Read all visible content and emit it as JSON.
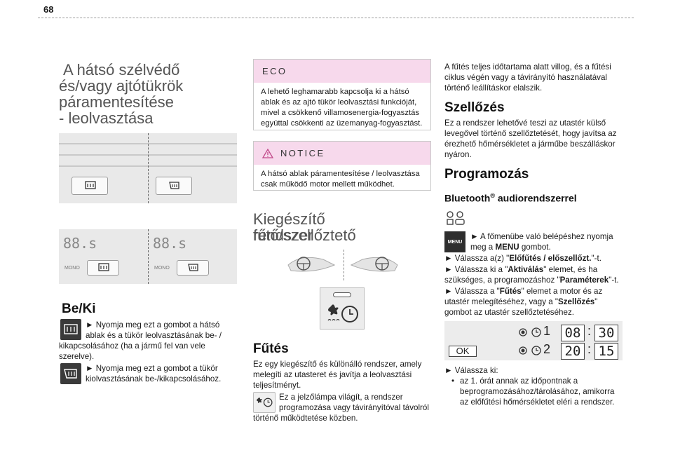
{
  "page": {
    "number": "68"
  },
  "col1": {
    "title_lines": [
      "A hátsó szélvédő",
      "és/vagy ajtótükrök",
      "páramentesítése",
      "- leolvasztása"
    ],
    "panel_top": {
      "label_left": "",
      "label_right": ""
    },
    "panel_bottom": {
      "display_left": "88.s",
      "display_right": "88.s",
      "mono_left": "MONO",
      "mono_right": "MONO"
    },
    "onoff_heading": "Be/Ki",
    "onoff_p1": "► Nyomja meg ezt a gombot a hátsó ablak és a tükör leolvasztásának be- / kikapcsolásához (ha a jármű fel van vele szerelve).",
    "onoff_p1_lines": [
      "► Nyomja meg ezt a gombot a hátsó",
      "ablak és a tükör leolvasztásának be- /",
      "kikapcsolásához (ha a jármű fel van vele",
      "szerelve)."
    ],
    "onoff_p2_lines": [
      "► Nyomja meg ezt a gombot a tükör",
      "kiolvasztásának be-/kikapcsolásához."
    ]
  },
  "col2": {
    "eco": {
      "title": "ECO",
      "lines": [
        "A lehető leghamarabb kapcsolja ki a hátsó",
        "ablak és az ajtó tükör leolvasztási funkcióját,",
        "mivel a csökkenő villamosenergia-fogyasztás",
        "egyúttal csökkenti az üzemanyag-fogyasztást."
      ]
    },
    "notice": {
      "title": "NOTICE",
      "lines": [
        "A hátsó ablak páramentesítése / leolvasztása",
        "csak működő motor mellett működhet."
      ]
    },
    "aux_title_lines": [
      "Kiegészítő fűtő/szellőztető",
      "rendszer"
    ],
    "heating_heading": "Fűtés",
    "heating_p1_lines": [
      "Ez egy kiegészítő és különálló rendszer, amely",
      "melegíti az utasteret és javítja a leolvasztási",
      "teljesítményt."
    ],
    "heating_p2_lines": [
      "Ez a jelzőlámpa világít, a rendszer",
      "programozása vagy távirányítóval távolról"
    ],
    "heating_p2_last": "történő működtetése közben."
  },
  "col3": {
    "intro_lines": [
      "A fűtés teljes időtartama alatt villog, és a fűtési",
      "ciklus végén vagy a távirányító használatával",
      "történő leállításkor elalszik."
    ],
    "vent_heading": "Szellőzés",
    "vent_lines": [
      "Ez a rendszer lehetővé teszi az utastér külső",
      "levegővel történő szellőztetését, hogy javítsa az",
      "érezhető hőmérsékletet a járműbe beszálláskor",
      "nyáron."
    ],
    "prog_heading": "Programozás",
    "bt_heading": "Bluetooth",
    "bt_sup": "®",
    "bt_heading_rest": " audiorendszerrel",
    "menu_key": "MENU",
    "step1_line1": "► A főmenübe való belépéshez nyomja",
    "step1_line2_pre": "meg a ",
    "step1_line2_bold": "MENU",
    "step1_line2_post": " gombot.",
    "step2_pre": "► Válassza a(z) \"",
    "step2_bold": "Előfűtés / előszellőzt.",
    "step2_post": "\"-t.",
    "step3_line1_pre": "► Válassza ki a \"",
    "step3_line1_bold": "Aktiválás",
    "step3_line1_post": "\" elemet, és ha",
    "step3_line2_pre": "szükséges, a programozáshoz \"",
    "step3_line2_bold": "Paraméterek",
    "step3_line2_post": "\"-t.",
    "step4_line1_pre": "► Válassza a \"",
    "step4_line1_bold": "Fűtés",
    "step4_line1_post": "\" elemet a motor és az",
    "step4_line2_pre": "utastér melegítéséhez, vagy a \"",
    "step4_line2_bold": "Szellőzés",
    "step4_line2_post": "\"",
    "step4_line3": "gombot az utastér szellőztetéséhez.",
    "clock": {
      "ok_label": "OK",
      "timer1": "1",
      "hour1": "08",
      "min1": "30",
      "timer2": "2",
      "hour2": "20",
      "min2": "15",
      "colon": ":"
    },
    "select_line": "► Válassza ki:",
    "bullet_lines": [
      "az 1. órát annak az időpontnak a",
      "beprogramozásához/tárolásához, amikorra",
      "az előfűtési hőmérsékletet eléri a rendszer."
    ],
    "bullet_mark": "•"
  }
}
